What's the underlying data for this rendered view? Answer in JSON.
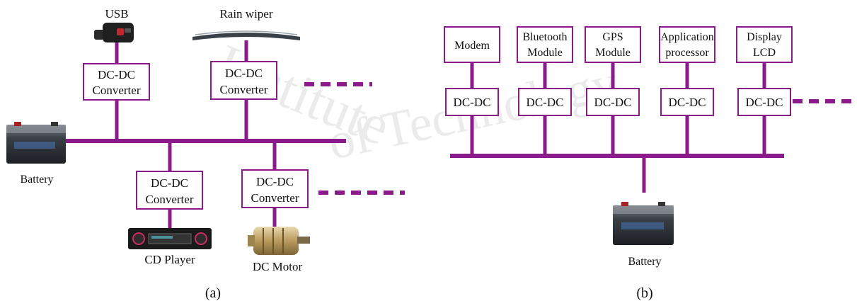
{
  "colors": {
    "line": "#8b1a8b",
    "box_stroke": "#8b1a8b",
    "text": "#111111",
    "watermark": "#e6e6e6"
  },
  "watermark": {
    "line1": "Institute",
    "line2": "of Technology"
  },
  "panel_a": {
    "caption": "(a)",
    "converters": [
      "DC-DC",
      "Converter"
    ],
    "devices": {
      "usb": "USB",
      "wiper": "Rain wiper",
      "battery": "Battery",
      "cd_player": "CD Player",
      "dc_motor": "DC Motor"
    }
  },
  "panel_b": {
    "caption": "(b)",
    "converter_label": "DC-DC",
    "loads": [
      {
        "line1": "Modem",
        "line2": ""
      },
      {
        "line1": "Bluetooth",
        "line2": "Module"
      },
      {
        "line1": "GPS",
        "line2": "Module"
      },
      {
        "line1": "Application",
        "line2": "processor"
      },
      {
        "line1": "Display",
        "line2": "LCD"
      }
    ],
    "battery": "Battery"
  },
  "icons": {
    "usb": "usb-charger-icon",
    "wiper": "wiper-blade-icon",
    "battery": "battery-icon",
    "cd_player": "cd-player-icon",
    "motor": "dc-motor-icon"
  }
}
